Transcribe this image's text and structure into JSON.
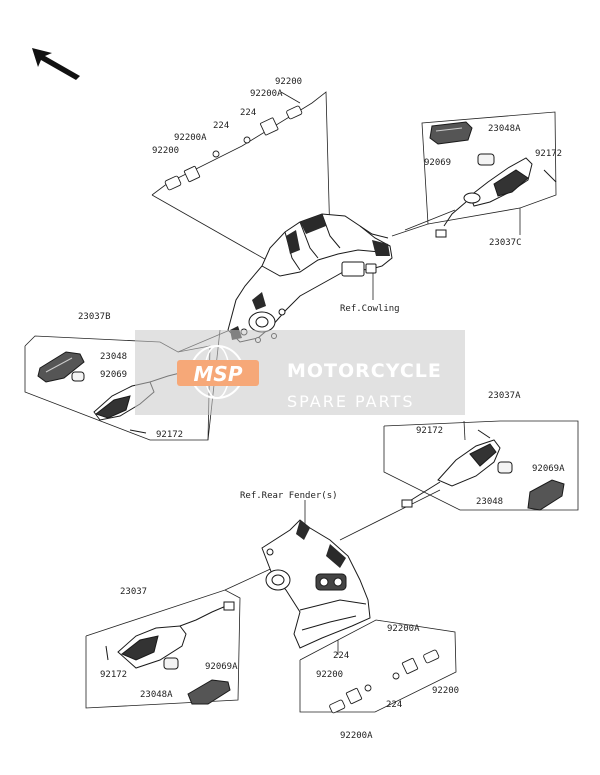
{
  "watermark": {
    "logo_text": "MSP",
    "line1": "MOTORCYCLE",
    "line2": "SPARE PARTS"
  },
  "labels": {
    "l92200_top": "92200",
    "l92200a_top": "92200A",
    "l224_top": "224",
    "l92200a_left": "92200A",
    "l224_left": "224",
    "l92200_left": "92200",
    "l23048a_tr": "23048A",
    "l92069_tr": "92069",
    "l92172_tr": "92172",
    "l23037c": "23037C",
    "ref_cowling": "Ref.Cowling",
    "l23037b": "23037B",
    "l23048_tl": "23048",
    "l92069_tl": "92069",
    "l92172_tl": "92172",
    "l23037a": "23037A",
    "l92172_r": "92172",
    "l92069a_r": "92069A",
    "l23048_r": "23048",
    "ref_rear_fender": "Ref.Rear Fender(s)",
    "l23037": "23037",
    "l92172_bl": "92172",
    "l92069a_bl": "92069A",
    "l23048a_bl": "23048A",
    "l92200a_br": "92200A",
    "l224_br1": "224",
    "l92200_br1": "92200",
    "l224_br2": "224",
    "l92200_br2": "92200",
    "l92200a_bot": "92200A"
  }
}
